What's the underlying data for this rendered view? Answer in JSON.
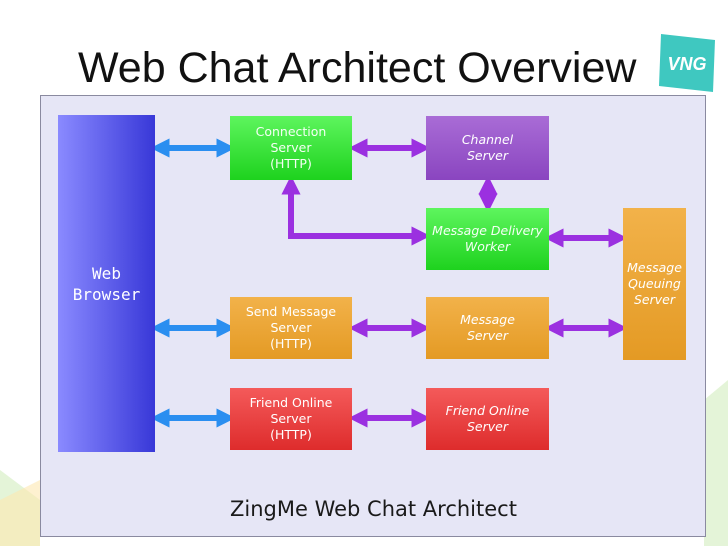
{
  "slide": {
    "title": "Web Chat Architect Overview",
    "logo_text": "VNG",
    "caption": "ZingMe Web Chat Architect"
  },
  "nodes": {
    "web_browser": "Web\nBrowser",
    "connection_server": "Connection\nServer\n(HTTP)",
    "channel_server": "Channel\nServer",
    "message_delivery_worker": "Message Delivery\nWorker",
    "message_queuing_server": "Message\nQueuing\nServer",
    "send_message_server": "Send Message\nServer\n(HTTP)",
    "message_server": "Message\nServer",
    "friend_online_http_server": "Friend Online\nServer\n(HTTP)",
    "friend_online_server": "Friend Online\nServer"
  },
  "colors": {
    "browser": "#5a5af0",
    "green": "#2ee02e",
    "purple": "#9b59cf",
    "orange": "#eaa432",
    "red": "#ea3c3c",
    "blue_arrow": "#2a8ef0",
    "purple_arrow": "#9b30e0",
    "logo": "#3fc8c0"
  }
}
